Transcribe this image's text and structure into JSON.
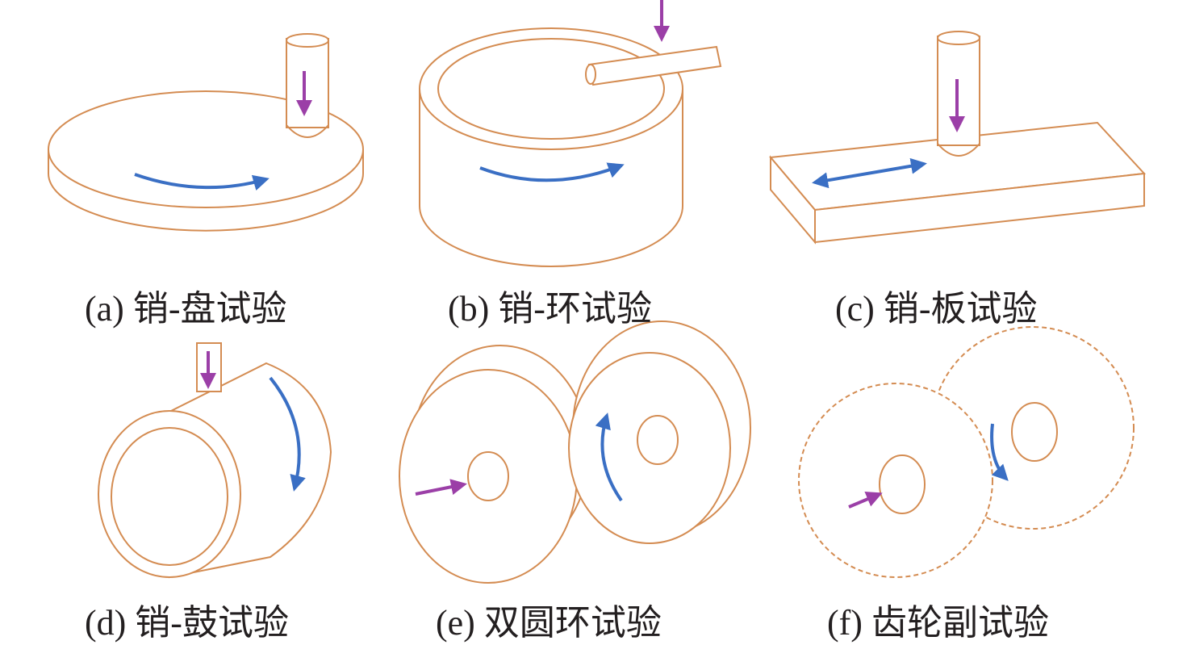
{
  "colors": {
    "outline": "#d48c52",
    "motion_arrow": "#3a6fc4",
    "load_arrow": "#9b3fa7",
    "text": "#231f20"
  },
  "panels": [
    {
      "id": "a",
      "label": "(a) 销-盘试验"
    },
    {
      "id": "b",
      "label": "(b) 销-环试验"
    },
    {
      "id": "c",
      "label": "(c) 销-板试验"
    },
    {
      "id": "d",
      "label": "(d) 销-鼓试验"
    },
    {
      "id": "e",
      "label": "(e) 双圆环试验"
    },
    {
      "id": "f",
      "label": "(f) 齿轮副试验"
    }
  ]
}
